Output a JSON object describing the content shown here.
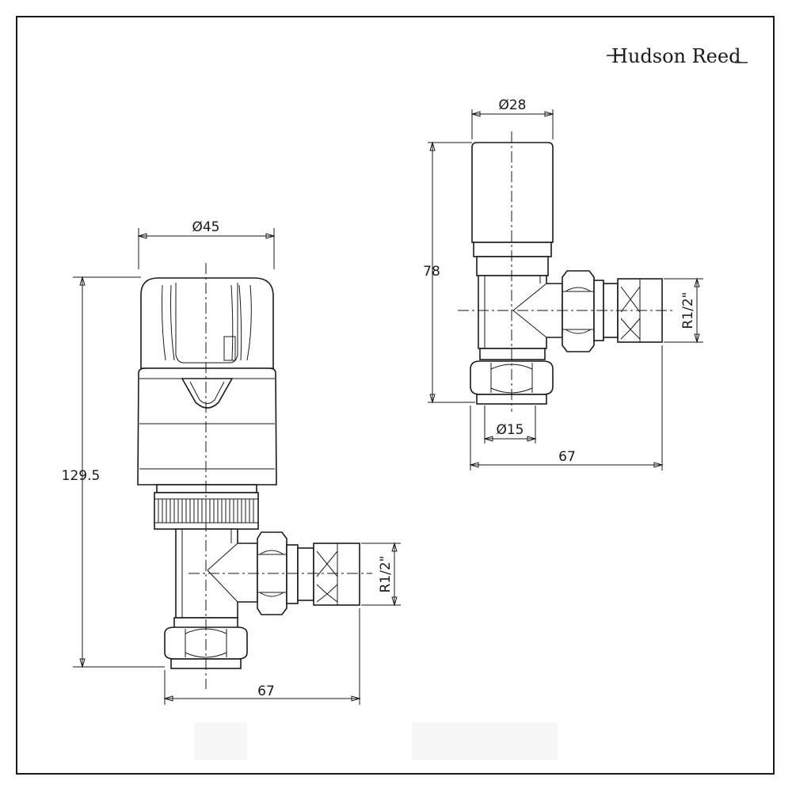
{
  "brand": {
    "name": "Hudson Reed"
  },
  "left_view": {
    "dim_width": "Ø45",
    "dim_height": "129.5",
    "dim_depth": "67",
    "dim_thread": "R1/2\""
  },
  "right_view": {
    "dim_top": "Ø28",
    "dim_height": "78",
    "dim_inlet": "Ø15",
    "dim_depth": "67",
    "dim_thread": "R1/2\""
  }
}
